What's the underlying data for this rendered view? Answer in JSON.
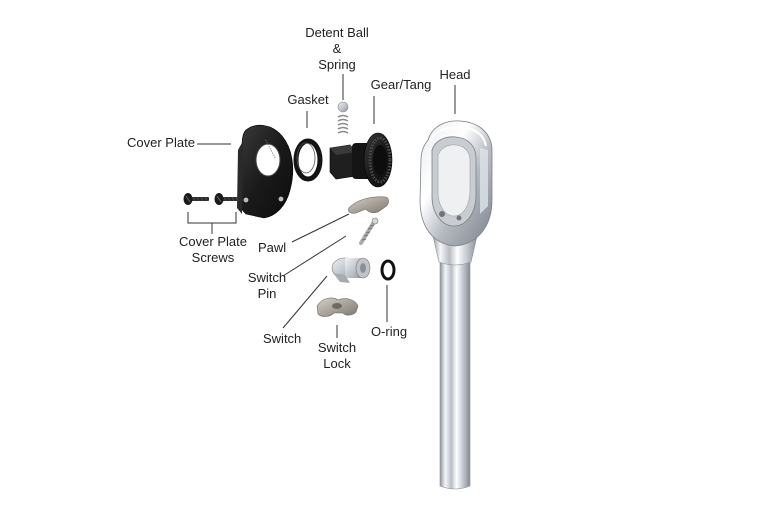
{
  "colors": {
    "background": "#ffffff",
    "label_text": "#222222",
    "leader_line": "#333333",
    "dark_part": "#1e1e1e",
    "chrome_light": "#f2f3f5",
    "chrome_dark": "#9aa0a8",
    "sintered_metal": "#a8a29a"
  },
  "labels": {
    "detent_ball": [
      "Detent Ball",
      "&",
      "Spring"
    ],
    "gear_tang": "Gear/Tang",
    "head": "Head",
    "gasket": "Gasket",
    "cover_plate": "Cover Plate",
    "cover_plate_screws": [
      "Cover Plate",
      "Screws"
    ],
    "pawl": "Pawl",
    "switch_pin": [
      "Switch",
      "Pin"
    ],
    "switch": "Switch",
    "switch_lock": [
      "Switch",
      "Lock"
    ],
    "o_ring": "O-ring"
  },
  "icons": {
    "cover_plate": "cover-plate-icon",
    "screws": "screw-icon",
    "gasket": "gasket-ring-icon",
    "detent": "detent-ball-spring-icon",
    "gear": "gear-tang-icon",
    "pawl": "pawl-icon",
    "switch_pin": "switch-pin-icon",
    "switch": "switch-icon",
    "switch_lock": "switch-lock-icon",
    "o_ring": "o-ring-icon",
    "ratchet": "ratchet-head-handle-icon"
  }
}
